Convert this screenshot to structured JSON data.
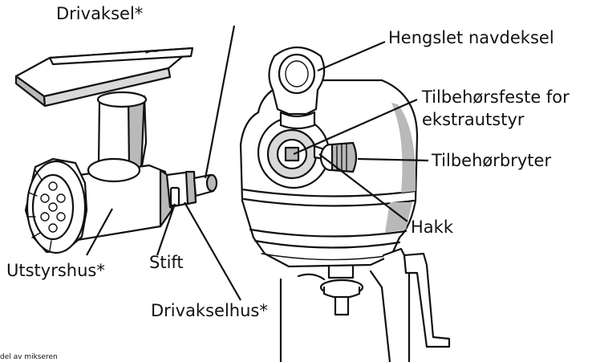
{
  "labels": {
    "drive_shaft": "Drivaksel*",
    "hinged_hub_cover": "Hengslet navdeksel",
    "attachment_hub_line1": "Tilbehørsfeste for",
    "attachment_hub_line2": "ekstrautstyr",
    "attachment_knob": "Tilbehørbryter",
    "notch": "Hakk",
    "pin": "Stift",
    "attachment_housing": "Utstyrshus*",
    "drive_shaft_housing": "Drivakselhus*",
    "footnote_fragment": "del av mikseren"
  }
}
